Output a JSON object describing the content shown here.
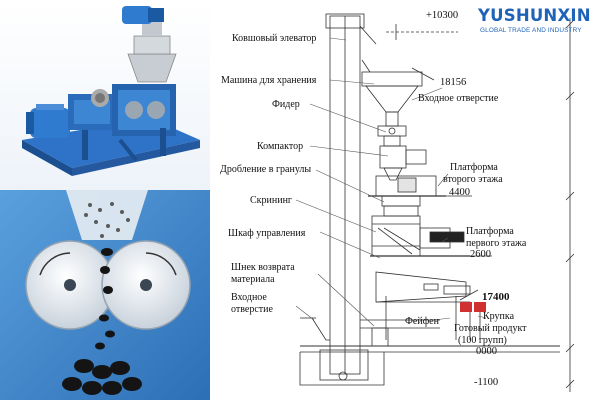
{
  "brand": {
    "name": "YUSHUNXIN",
    "tagline": "GLOBAL TRADE AND INDUSTRY",
    "primary_color": "#1f63b8",
    "accent_color": "#e03a2f"
  },
  "labels": {
    "bucket_elevator": "Ковшовый элеватор",
    "storage_machine": "Машина для хранения",
    "feeder": "Фидер",
    "compactor": "Компактор",
    "granulation_1": "Дробление в гранулы",
    "screening": "Скрининг",
    "control_cabinet": "Шкаф управления",
    "return_screw_1": "Шнек возврата",
    "return_screw_2": "материала",
    "inlet_1": "Входное",
    "inlet_2": "отверстие",
    "inlet_top": "Входное отверстие",
    "platform2_1": "Платформа",
    "platform2_2": "второго этажа",
    "platform1_1": "Платформа",
    "platform1_2": "первого этажа",
    "fan": "Фейфен",
    "coarse": "Крупка",
    "product_1": "Готовый продукт",
    "product_2": "(100 групп)"
  },
  "levels": {
    "top": "+10300",
    "storage": "18156",
    "second_floor": "4400",
    "first_floor": "2600",
    "mid": "17400",
    "base": "0000",
    "bottom": "-1100"
  }
}
